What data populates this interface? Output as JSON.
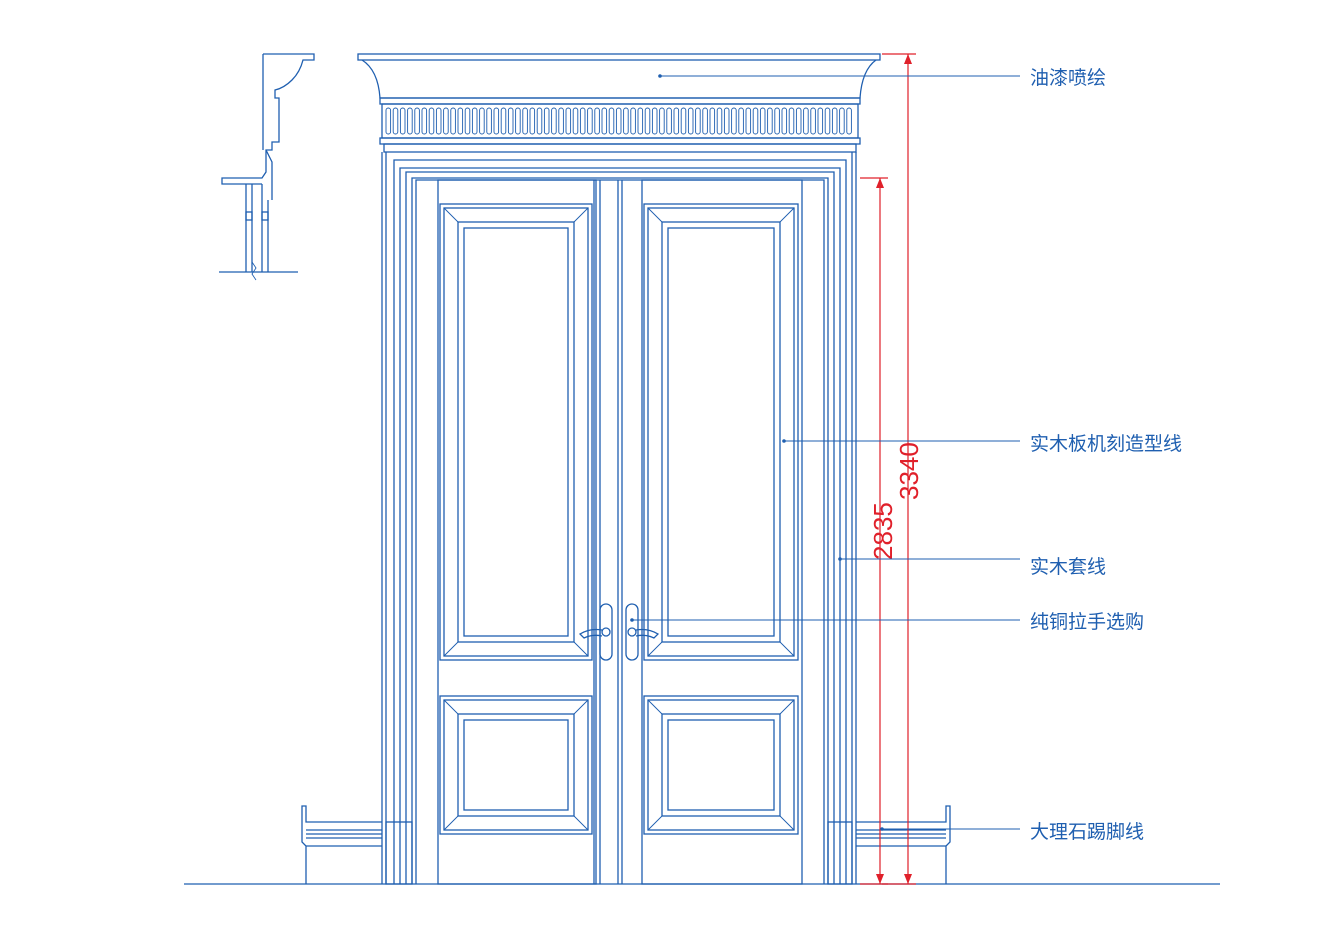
{
  "annotations": {
    "paint": "油漆喷绘",
    "carved_line": "实木板机刻造型线",
    "casing": "实木套线",
    "handle": "纯铜拉手选购",
    "skirting": "大理石踢脚线"
  },
  "dimensions": {
    "overall_height": "3340",
    "door_height": "2835"
  },
  "colors": {
    "line": "#1f5fb0",
    "dimension": "#e0202a",
    "background": "#ffffff"
  }
}
